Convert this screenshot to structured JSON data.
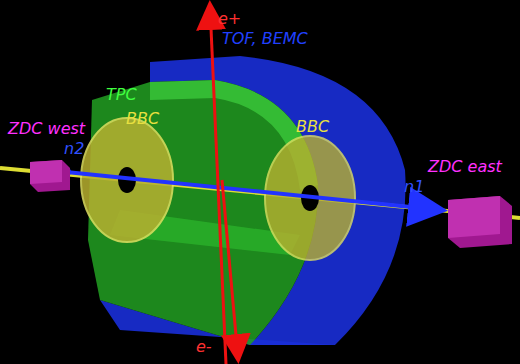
{
  "diagram": {
    "labels": [
      "e+",
      "TOF, BEMC",
      "TPC",
      "BBC",
      "ZDC west",
      "n2",
      "BBC",
      "ZDC east",
      "n1",
      "e-"
    ]
  }
}
